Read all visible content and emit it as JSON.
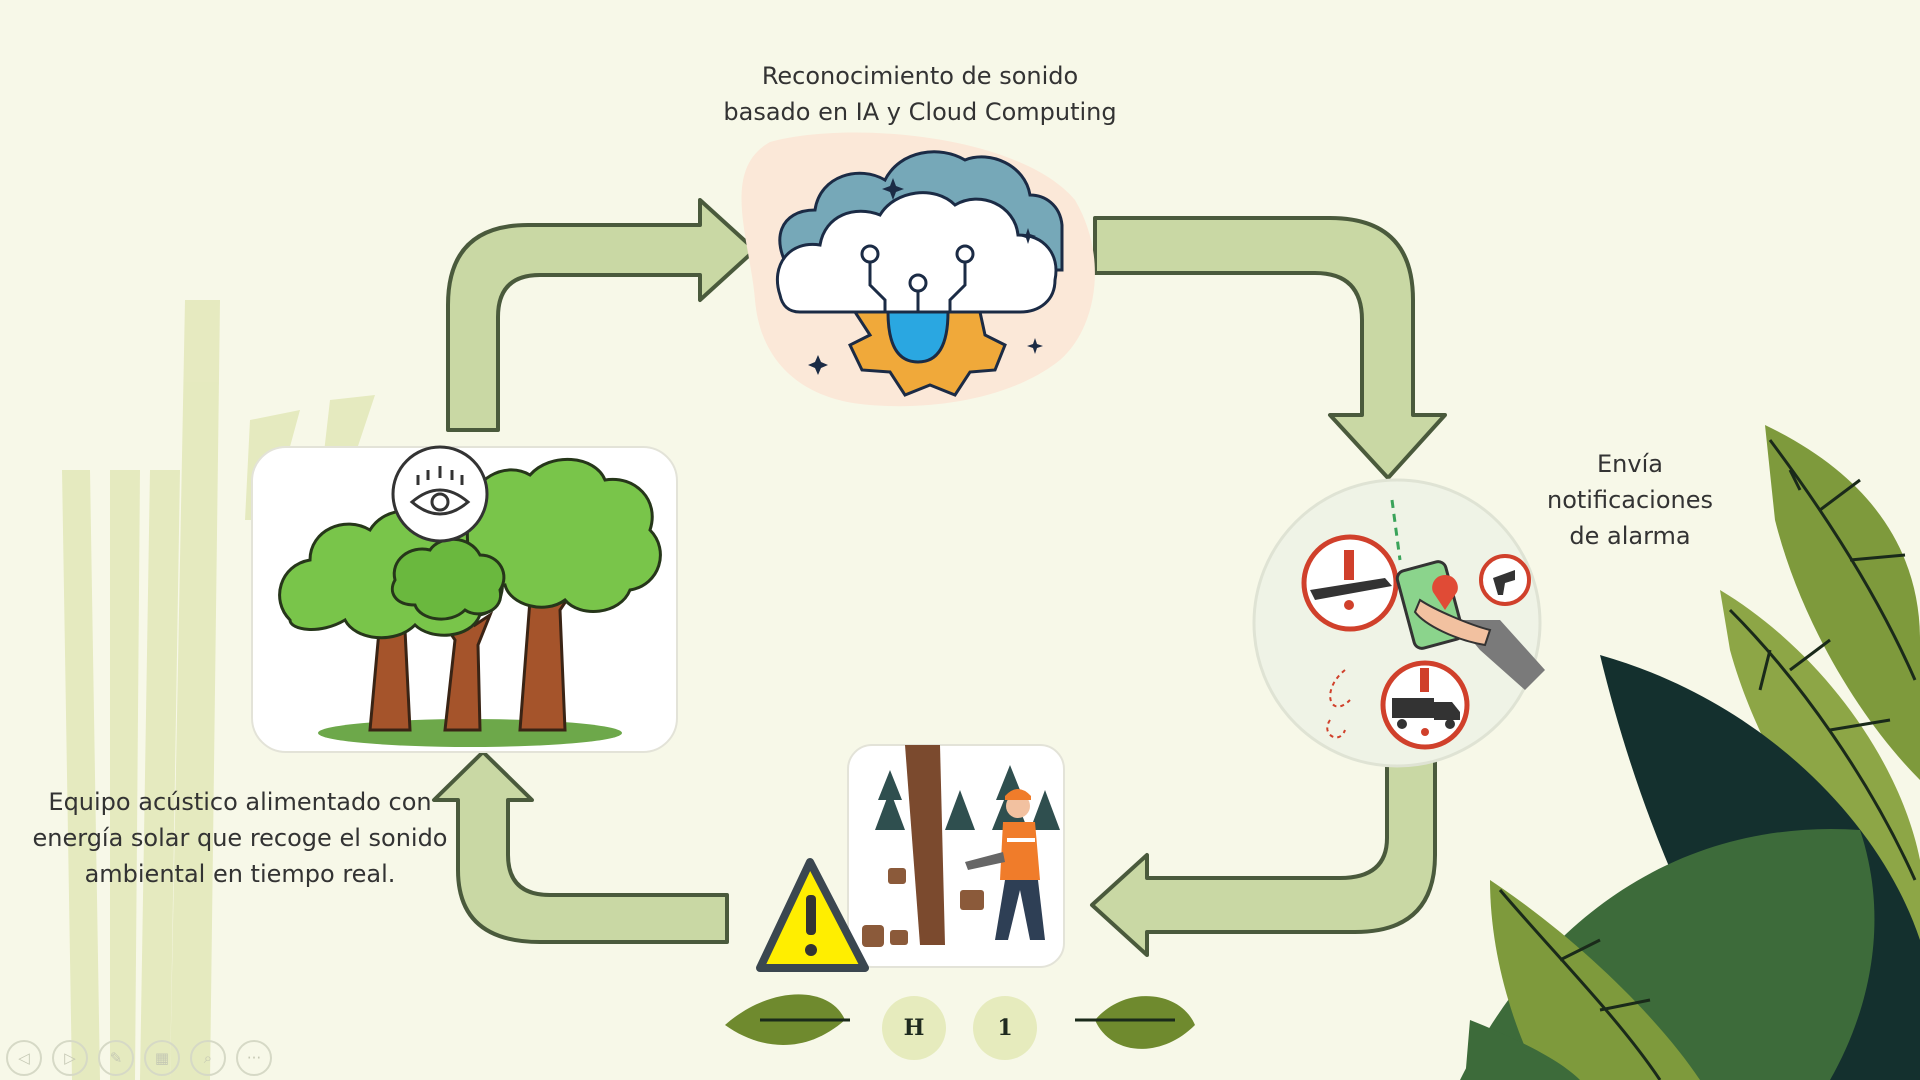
{
  "diagram": {
    "top_label_lines": [
      "Reconocimiento de sonido",
      "basado en IA y Cloud Computing"
    ],
    "right_label_lines": [
      "Envía",
      "notificaciones",
      "de alarma"
    ],
    "left_label_lines": [
      "Equipo acústico alimentado con",
      "energía solar que recoge el sonido",
      "ambiental en tiempo real."
    ]
  },
  "pager": {
    "btn_h": "H",
    "btn_1": "1"
  },
  "toolbar": {
    "items": [
      {
        "name": "prev-slide-icon",
        "glyph": "◁"
      },
      {
        "name": "next-slide-icon",
        "glyph": "▷"
      },
      {
        "name": "pen-icon",
        "glyph": "✎"
      },
      {
        "name": "slides-grid-icon",
        "glyph": "▦"
      },
      {
        "name": "zoom-icon",
        "glyph": "⌕"
      },
      {
        "name": "more-options-icon",
        "glyph": "···"
      }
    ]
  },
  "colors": {
    "background": "#f7f8e8",
    "arrow_fill": "#c9d8a4",
    "arrow_stroke": "#4a5a3c",
    "leaf_dark": "#14302e",
    "leaf_green": "#3d6b3a",
    "leaf_olive": "#7e9a3c",
    "warning_yellow": "#ffee00",
    "alert_red": "#d0402b"
  }
}
